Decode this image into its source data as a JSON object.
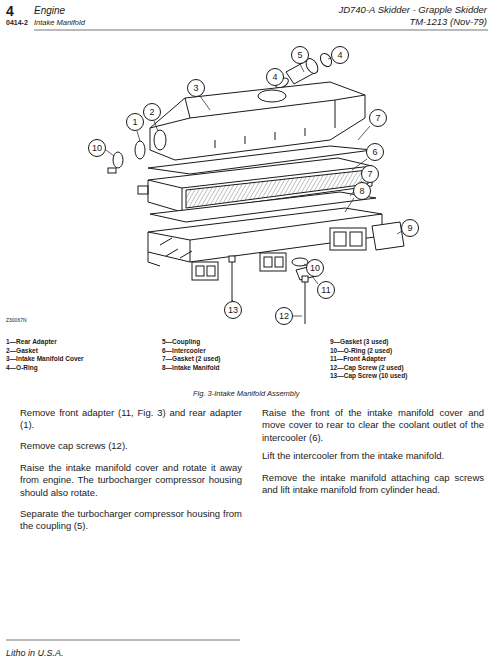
{
  "diagram": {
    "caption": "Fig. 3-Intake Manifold Assembly",
    "labels": [
      "4",
      "Engine",
      "0414-2",
      "Intake Manifold",
      "JD740-A Skidder - Grapple Skidder",
      "TM-1213 (Nov-79)",
      "5",
      "4",
      "4",
      "3",
      "1",
      "2",
      "10",
      "7",
      "6",
      "7",
      "8",
      "9",
      "10",
      "11",
      "13",
      "12",
      "Z30067N",
      "1—Rear Adapter",
      "2—Gasket",
      "3—Intake Manifold Cover",
      "4—O-Ring",
      "5—Coupling",
      "6—Intercooler",
      "7—Gasket (2 used)",
      "8—Intake Manifold",
      "9—Gasket (3 used)",
      "10—O-Ring (2 used)",
      "11—Front Adapter",
      "12—Cap Screw (2 used)",
      "13—Cap Screw (10 used)",
      "Remove front adapter (11, Fig. 3) and rear adapter (1).",
      "Remove cap screws (12).",
      "Raise the intake manifold cover and rotate it away from engine. The turbocharger compressor housing should also rotate.",
      "Separate the turbocharger compressor housing from the coupling (5).",
      "Raise the front of the intake manifold cover and move cover to rear to clear the coolant outlet of the intercooler (6).",
      "Lift the intercooler from the intake manifold.",
      "Remove the intake manifold attaching cap screws and lift intake manifold from cylinder head.",
      "Litho in U.S.A."
    ]
  }
}
